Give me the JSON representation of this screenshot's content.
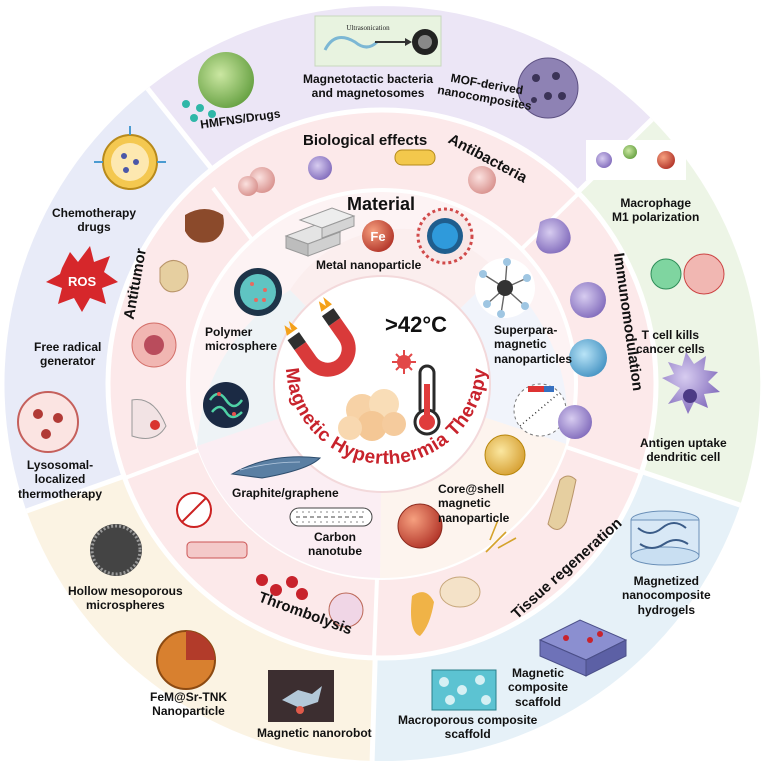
{
  "center": {
    "title": "Magnetic Hyperthermia Therapy",
    "temperature": ">42°C"
  },
  "inner_ring": {
    "material_header": "Material",
    "items": {
      "metal_nanoparticle": "Metal nanoparticle",
      "fe_symbol": "Fe",
      "polymer_microsphere": "Polymer\nmicrosphere",
      "superparamagnetic": "Superpara-\nmagnetic\nnanoparticles",
      "graphite_graphene": "Graphite/graphene",
      "carbon_nanotube": "Carbon\nnanotube",
      "core_shell": "Core@shell\nmagnetic\nnanoparticle"
    }
  },
  "middle_ring": {
    "biological_effects_header": "Biological effects",
    "sections": {
      "antibacteria": "Antibacteria",
      "immunomodulation": "Immunomodulation",
      "tissue_regeneration": "Tissue regeneration",
      "thrombolysis": "Thrombolysis",
      "antitumor": "Antitumor"
    }
  },
  "outer_ring": {
    "top": {
      "hmfns": "HMFNS/Drugs",
      "magnetotactic": "Magnetotactic bacteria\nand magnetosomes",
      "mof": "MOF-derived\nnanocomposites",
      "ultrasonication": "Ultrasonication"
    },
    "right": {
      "macrophage": "Macrophage\nM1  polarization",
      "t_cell": "T cell kills\ncancer cells",
      "antigen": "Antigen uptake\ndendritic cell"
    },
    "bottom_right": {
      "hydrogels": "Magnetized\nnanocomposite\nhydrogels",
      "composite_scaffold": "Magnetic\ncomposite\nscaffold",
      "macroporous": "Macroporous composite\nscaffold"
    },
    "bottom_left": {
      "hollow": "Hollow mesoporous\nmicrospheres",
      "femsr": "FeM@Sr-TNK\nNanoparticle",
      "nanorobot": "Magnetic nanorobot"
    },
    "left": {
      "chemo": "Chemotherapy\ndrugs",
      "ros": "ROS",
      "free_radical": "Free radical\ngenerator",
      "lysosomal": "Lysosomal-\nlocalized\nthermotherapy"
    }
  },
  "colors": {
    "outer_top": "#ECE6F6",
    "outer_right": "#EDF5E6",
    "outer_bottom_right": "#E6F1F8",
    "outer_bottom_left": "#FBF3E3",
    "outer_left": "#E8EBF8",
    "middle_ring": "#FCE9EA",
    "inner_ring": "#FDF3F4",
    "title_red": "#C8232C"
  }
}
